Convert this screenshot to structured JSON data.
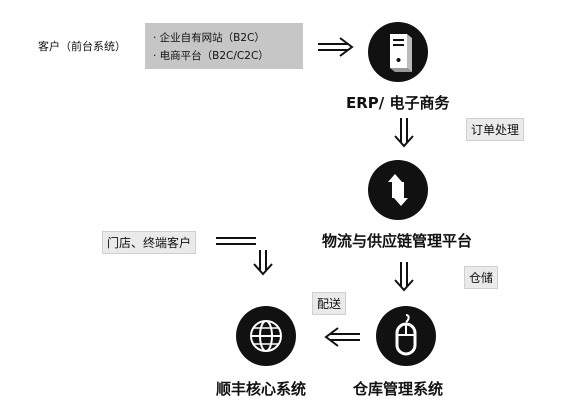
{
  "customer_label": "客户（前台系统）",
  "channels": [
    "· 企业自有网站（B2C）",
    "· 电商平台（B2C/C2C）"
  ],
  "nodes": {
    "erp": "ERP/ 电子商务",
    "logistics": "物流与供应链管理平台",
    "warehouse": "仓库管理系统",
    "sf": "顺丰核心系统"
  },
  "tags": {
    "order": "订单处理",
    "storage": "仓储",
    "delivery": "配送"
  },
  "store_label": "门店、终端客户",
  "icons": {
    "erp": "server-icon",
    "logistics": "up-down-arrows-icon",
    "warehouse": "mouse-icon",
    "sf": "globe-icon"
  }
}
